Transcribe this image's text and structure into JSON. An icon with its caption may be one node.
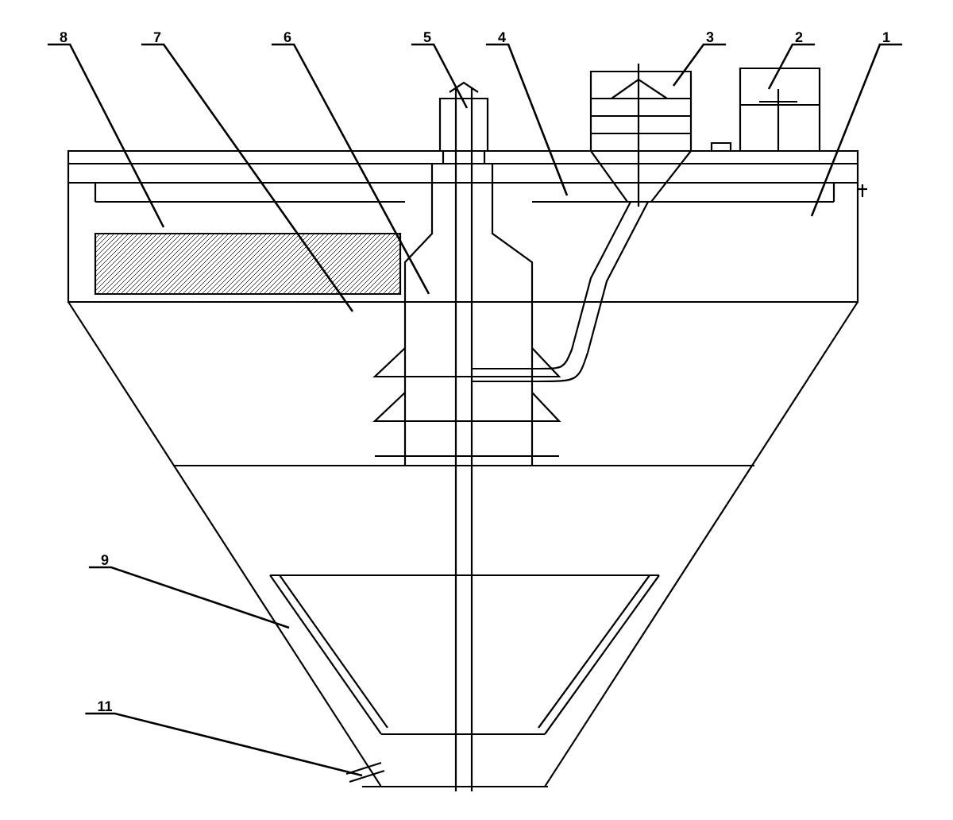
{
  "diagram": {
    "nodes": [
      {
        "text": [
          "8"
        ]
      },
      {
        "text": [
          "7"
        ]
      },
      {
        "text": [
          "6"
        ]
      },
      {
        "text": [
          "5"
        ]
      },
      {
        "text": [
          "4"
        ]
      },
      {
        "text": [
          "3"
        ]
      },
      {
        "text": [
          "2"
        ]
      },
      {
        "text": [
          "1"
        ]
      },
      {
        "text": [
          "9"
        ]
      },
      {
        "text": [
          "11"
        ]
      }
    ],
    "edges": [
      {
        "from": 0,
        "to": null,
        "arrow": "none"
      },
      {
        "from": 1,
        "to": null,
        "arrow": "none"
      },
      {
        "from": 2,
        "to": null,
        "arrow": "none"
      },
      {
        "from": 3,
        "to": null,
        "arrow": "none"
      },
      {
        "from": 4,
        "to": null,
        "arrow": "none"
      },
      {
        "from": 5,
        "to": null,
        "arrow": "none"
      },
      {
        "from": 6,
        "to": null,
        "arrow": "none"
      },
      {
        "from": 7,
        "to": null,
        "arrow": "none"
      },
      {
        "from": 8,
        "to": null,
        "arrow": "none"
      },
      {
        "from": 9,
        "to": null,
        "arrow": "none"
      }
    ]
  }
}
